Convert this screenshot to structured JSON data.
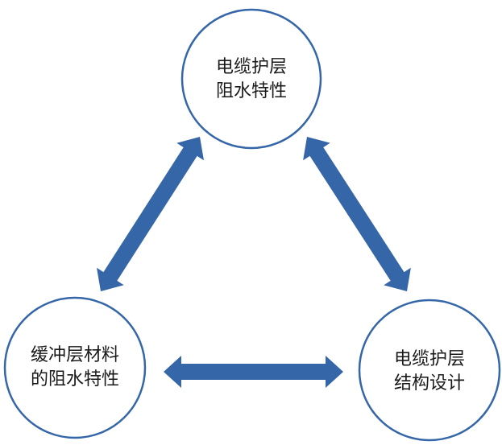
{
  "diagram": {
    "type": "triangle-relationship",
    "colors": {
      "arrow": "#3566a8",
      "circle_stroke": "#3566a8",
      "circle_fill": "#ffffff",
      "text": "#1a1a1a"
    },
    "nodes": [
      {
        "id": "top",
        "lines": [
          "电缆护层",
          "阻水特性"
        ]
      },
      {
        "id": "bottom-left",
        "lines": [
          "缓冲层材料",
          "的阻水特性"
        ]
      },
      {
        "id": "bottom-right",
        "lines": [
          "电缆护层",
          "结构设计"
        ]
      }
    ],
    "edges": [
      {
        "from": "top",
        "to": "bottom-left",
        "style": "double-arrow"
      },
      {
        "from": "top",
        "to": "bottom-right",
        "style": "double-arrow"
      },
      {
        "from": "bottom-left",
        "to": "bottom-right",
        "style": "double-arrow"
      }
    ]
  }
}
